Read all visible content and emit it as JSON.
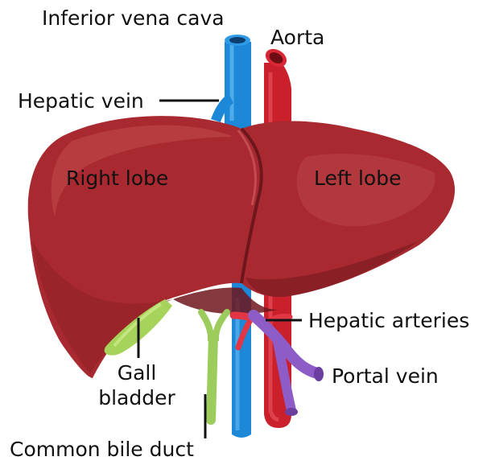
{
  "labels": {
    "inferior_vena_cava": "Inferior vena cava",
    "aorta": "Aorta",
    "hepatic_vein": "Hepatic vein",
    "right_lobe": "Right lobe",
    "left_lobe": "Left lobe",
    "hepatic_arteries": "Hepatic arteries",
    "portal_vein": "Portal vein",
    "gall_line1": "Gall",
    "gall_line2": "bladder",
    "common_bile_duct": "Common bile duct"
  },
  "colors": {
    "liver": "#a82a30",
    "liver_dark": "#7e1c22",
    "liver_light": "#c95357",
    "vena_cava": "#1e88d8",
    "aorta": "#d3232f",
    "portal_vein": "#8e5cc6",
    "gall_bladder": "#a6d35a",
    "bile_duct": "#9ccc5c",
    "leader_line": "#111111"
  }
}
